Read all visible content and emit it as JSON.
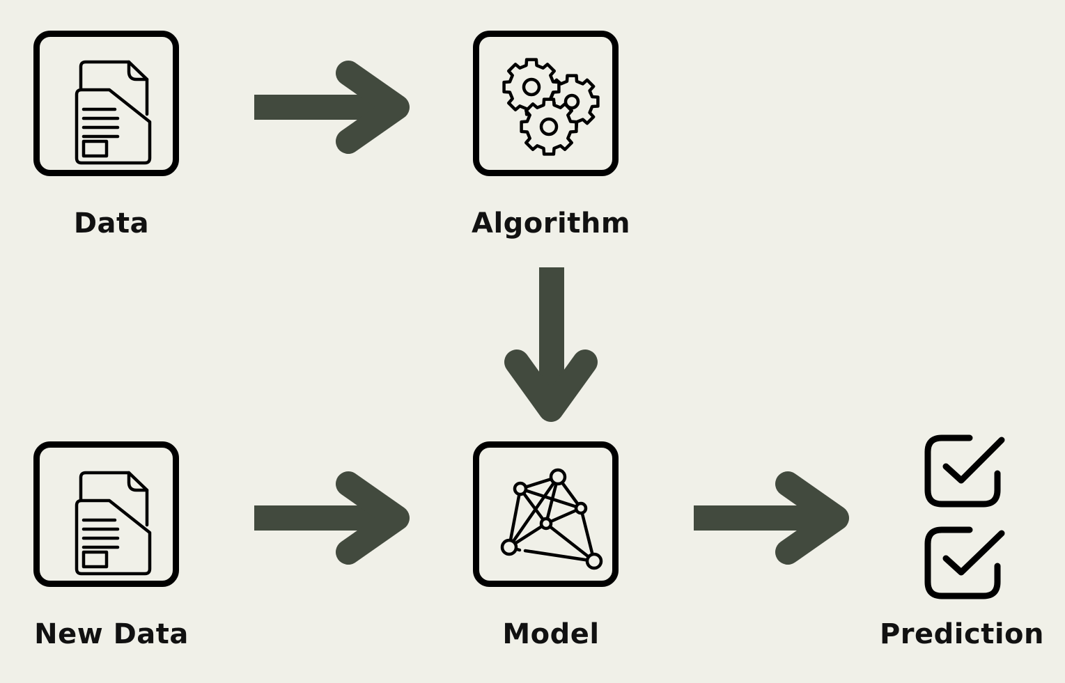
{
  "nodes": {
    "data": {
      "label": "Data",
      "icon": "document-icon"
    },
    "algorithm": {
      "label": "Algorithm",
      "icon": "gears-icon"
    },
    "new_data": {
      "label": "New Data",
      "icon": "document-icon"
    },
    "model": {
      "label": "Model",
      "icon": "network-icon"
    },
    "prediction": {
      "label": "Prediction",
      "icon": "checkbox-list-icon"
    }
  },
  "colors": {
    "background": "#f0f0e8",
    "arrow": "#424a3e",
    "icon_stroke": "#000000",
    "text": "#111111"
  }
}
